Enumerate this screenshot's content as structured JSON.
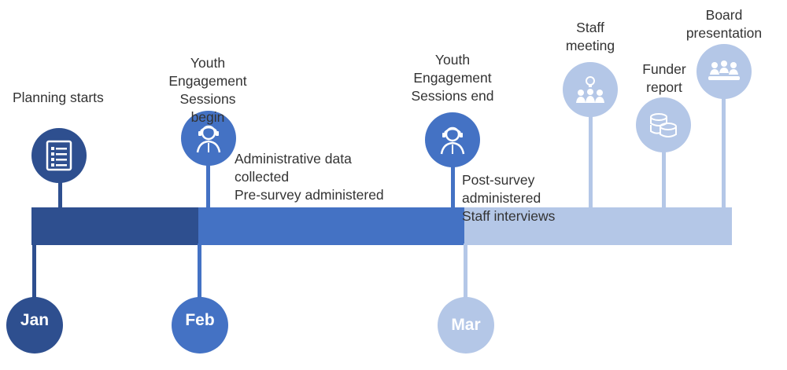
{
  "colors": {
    "dark_navy": "#2e4f8f",
    "medium_blue": "#4472c4",
    "light_blue": "#b4c7e7",
    "text": "#333333"
  },
  "months": [
    {
      "label": "Jan",
      "color": "#2e4f8f"
    },
    {
      "label": "Feb",
      "color": "#4472c4"
    },
    {
      "label": "Mar",
      "color": "#b4c7e7"
    }
  ],
  "milestones": {
    "planning_starts": {
      "label": "Planning starts",
      "icon": "checklist-icon"
    },
    "youth_sessions_begin": {
      "label_lines": [
        "Youth",
        "Engagement",
        "Sessions",
        "begin"
      ],
      "icon": "person-icon"
    },
    "youth_sessions_end": {
      "label_lines": [
        "Youth",
        "Engagement",
        "Sessions end"
      ],
      "icon": "person-icon"
    },
    "staff_meeting": {
      "label_lines": [
        "Staff",
        "meeting"
      ],
      "icon": "team-idea-icon"
    },
    "funder_report": {
      "label_lines": [
        "Funder",
        "report"
      ],
      "icon": "coins-icon"
    },
    "board_presentation": {
      "label_lines": [
        "Board",
        "presentation"
      ],
      "icon": "meeting-table-icon"
    }
  },
  "notes": {
    "feb_phase": [
      "Administrative data",
      "collected",
      "Pre-survey administered"
    ],
    "mar_phase": [
      "Post-survey",
      "administered",
      "Staff interviews"
    ]
  }
}
